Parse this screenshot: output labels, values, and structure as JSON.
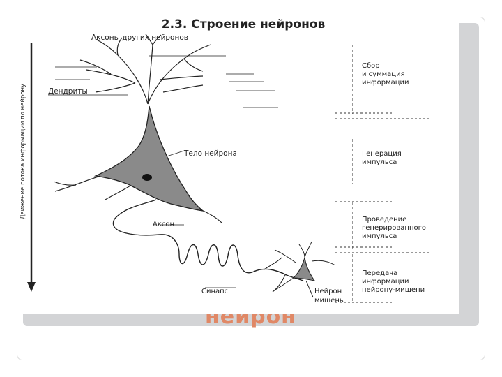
{
  "slide": {
    "caption": "нейрон",
    "colors": {
      "background": "#ffffff",
      "panel": "#d3d4d6",
      "caption": "#e08866",
      "ink": "#222222",
      "soma_fill": "#8a8a8a"
    }
  },
  "diagram": {
    "title": "2.3. Строение нейронов",
    "labels": {
      "axons_of_other": "Аксоны других нейронов",
      "dendrites": "Дендриты",
      "cell_body": "Тело нейрона",
      "axon": "Аксон",
      "synapse": "Синапс",
      "target_neuron_line1": "Нейрон",
      "target_neuron_line2": "мишень"
    },
    "vertical_label": "Движение потока информации по нейрону",
    "stages": [
      {
        "lines": [
          "Сбор",
          "и суммация",
          "информации"
        ]
      },
      {
        "lines": [
          "Генерация",
          "импульса"
        ]
      },
      {
        "lines": [
          "Проведение",
          "генерированного",
          "импульса"
        ]
      },
      {
        "lines": [
          "Передача",
          "информации",
          "нейрону-мишени"
        ]
      }
    ]
  }
}
